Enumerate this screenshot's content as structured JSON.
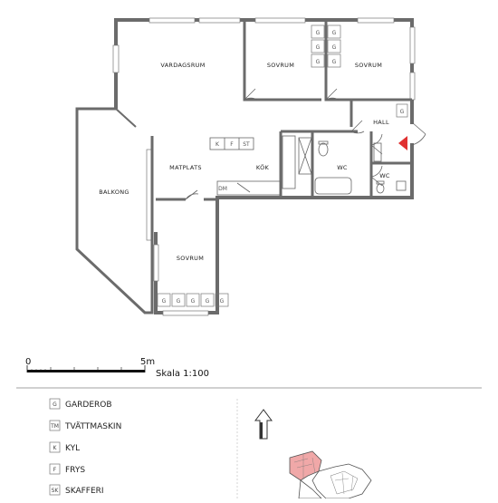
{
  "rooms": {
    "vardagsrum": "VARDAGSRUM",
    "sovrum_1": "SOVRUM",
    "sovrum_2": "SOVRUM",
    "sovrum_3": "SOVRUM",
    "balkong": "BALKONG",
    "matplats": "MATPLATS",
    "kok": "KÖK",
    "hall": "HALL",
    "wc_1": "WC",
    "wc_2": "WC"
  },
  "fixtures": {
    "garderob": "G",
    "kyl": "K",
    "frys": "F",
    "skafferi": "ST",
    "diskmaskin": "DM"
  },
  "scale": {
    "start": "0",
    "end": "5m",
    "label": "Skala 1:100"
  },
  "legend": [
    {
      "code": "G",
      "text": "GARDEROB"
    },
    {
      "code": "TM",
      "text": "TVÄTTMASKIN"
    },
    {
      "code": "K",
      "text": "KYL"
    },
    {
      "code": "F",
      "text": "FRYS"
    },
    {
      "code": "SK",
      "text": "SKAFFERI"
    }
  ],
  "colors": {
    "wall": "#6b6b6b",
    "line": "#555555",
    "entrance": "#e03030",
    "unit_highlight": "#f0a8a8"
  },
  "icons": {
    "entrance": "red-triangle-entrance-icon",
    "north": "north-arrow-icon"
  }
}
